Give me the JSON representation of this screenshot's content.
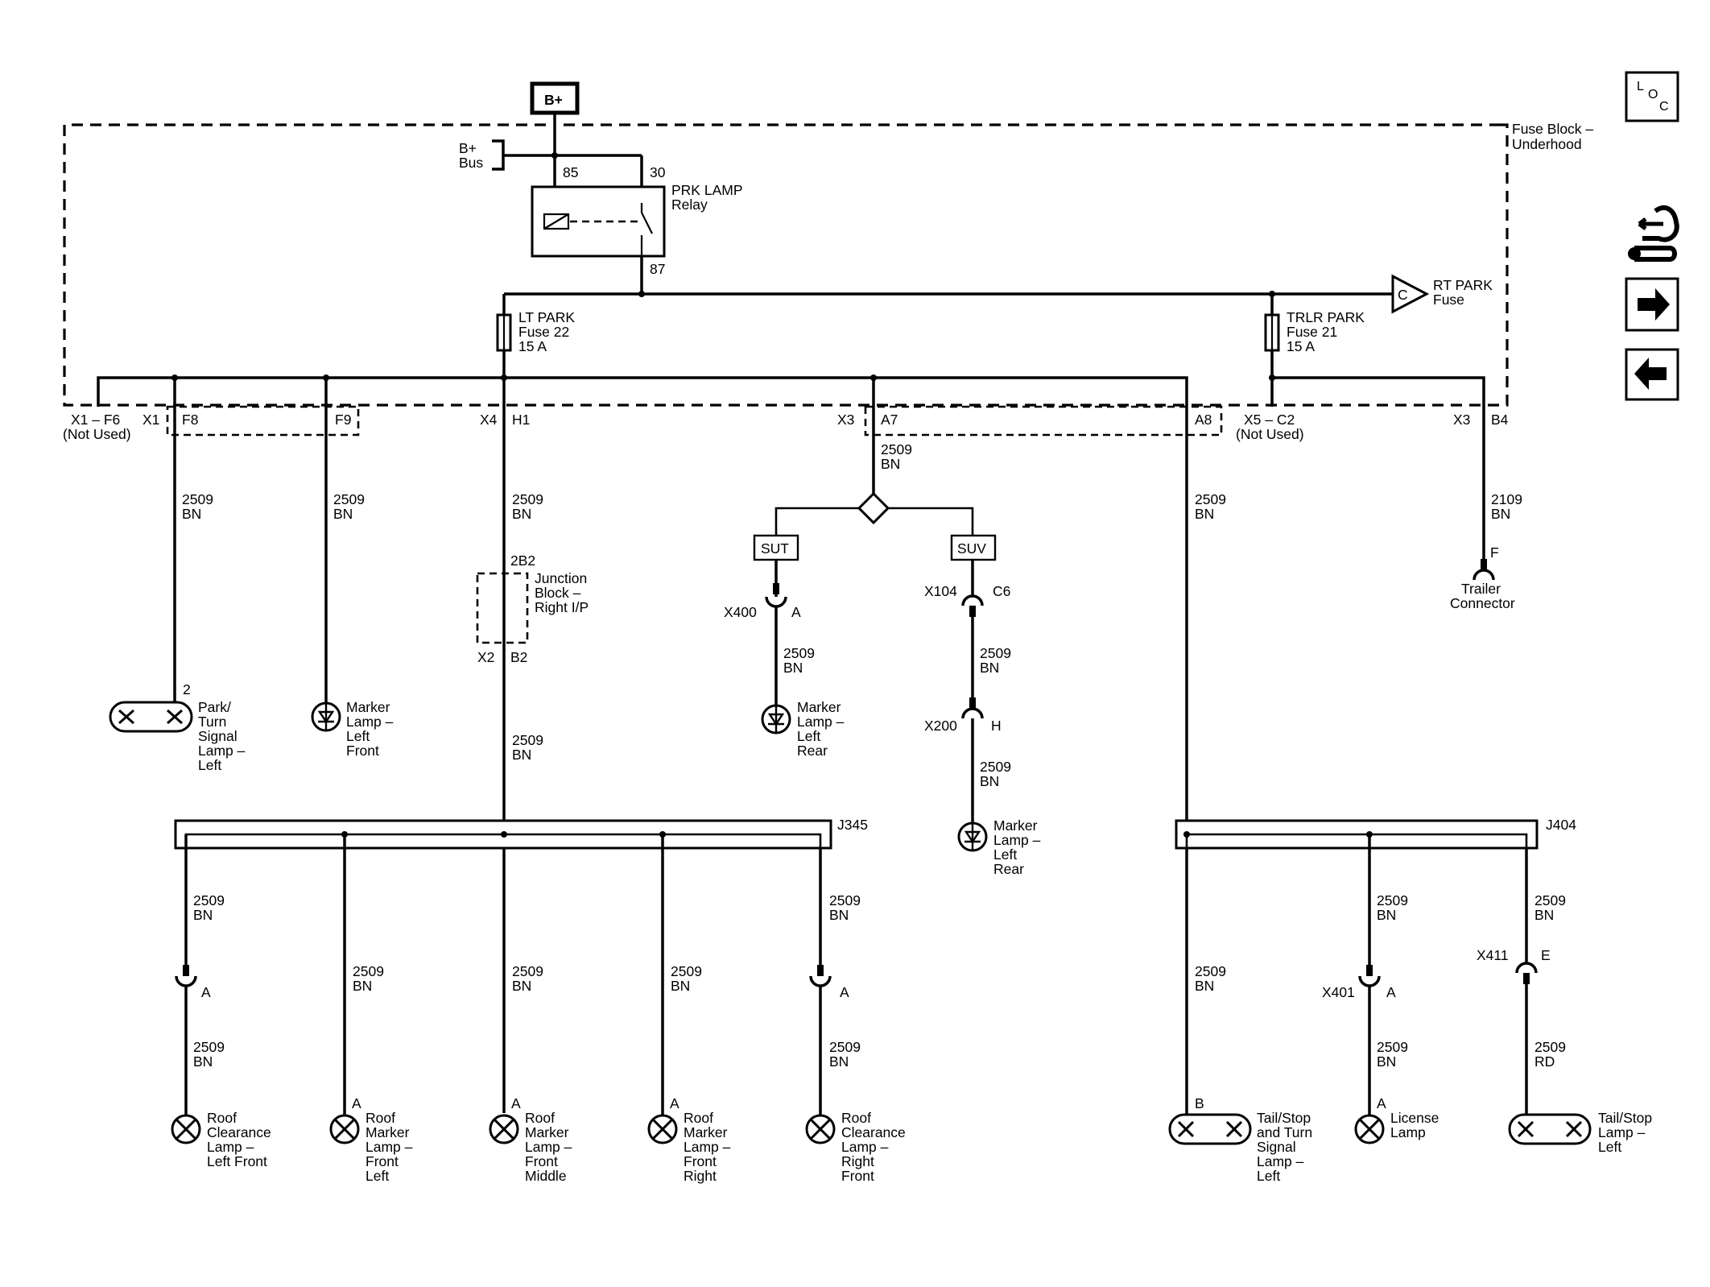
{
  "source": {
    "label": "B+",
    "bus_line1": "B+",
    "bus_line2": "Bus"
  },
  "fuse_block": {
    "line1": "Fuse Block –",
    "line2": "Underhood"
  },
  "relay": {
    "name_line1": "PRK LAMP",
    "name_line2": "Relay",
    "pin_85": "85",
    "pin_30": "30",
    "pin_87": "87"
  },
  "fuses": {
    "lt_park": {
      "line1": "LT PARK",
      "line2": "Fuse 22",
      "line3": "15 A"
    },
    "trlr_park": {
      "line1": "TRLR PARK",
      "line2": "Fuse 21",
      "line3": "15 A"
    },
    "rt_park": {
      "ref": "C",
      "line1": "RT PARK",
      "line2": "Fuse"
    }
  },
  "connectors_top": {
    "x1_f6": "X1 – F6",
    "x1_f6_note": "(Not Used)",
    "x1": "X1",
    "f8": "F8",
    "f9": "F9",
    "x4": "X4",
    "h1": "H1",
    "x3_a": "X3",
    "a7": "A7",
    "a8": "A8",
    "x5_c2": "X5 – C2",
    "x5_c2_note": "(Not Used)",
    "x3_b": "X3",
    "b4": "B4"
  },
  "wires": {
    "w2509": "2509",
    "w2109": "2109",
    "bn": "BN",
    "rd": "RD"
  },
  "options": {
    "sut": "SUT",
    "suv": "SUV"
  },
  "junction_block": {
    "pin_top": "2B2",
    "line1": "Junction",
    "line2": "Block –",
    "line3": "Right I/P",
    "x2": "X2",
    "b2": "B2"
  },
  "inline_connectors": {
    "x400": "X400",
    "x400_pin": "A",
    "x104": "X104",
    "x104_pin": "C6",
    "x200": "X200",
    "x200_pin": "H",
    "x401": "X401",
    "x401_pin": "A",
    "x411": "X411",
    "x411_pin": "E",
    "trailer_pin": "F",
    "trailer_line1": "Trailer",
    "trailer_line2": "Connector"
  },
  "splices": {
    "j345": "J345",
    "j404": "J404"
  },
  "lamps": {
    "park_turn_left": {
      "pin": "2",
      "lines": [
        "Park/",
        "Turn",
        "Signal",
        "Lamp –",
        "Left"
      ]
    },
    "marker_left_front": {
      "lines": [
        "Marker",
        "Lamp –",
        "Left",
        "Front"
      ]
    },
    "marker_left_rear_sut": {
      "lines": [
        "Marker",
        "Lamp –",
        "Left",
        "Rear"
      ]
    },
    "marker_left_rear_suv": {
      "lines": [
        "Marker",
        "Lamp –",
        "Left",
        "Rear"
      ]
    },
    "roof_clear_left_front": {
      "pin": "A",
      "lines": [
        "Roof",
        "Clearance",
        "Lamp –",
        "Left Front"
      ]
    },
    "roof_marker_front_left": {
      "pin": "A",
      "lines": [
        "Roof",
        "Marker",
        "Lamp –",
        "Front",
        "Left"
      ]
    },
    "roof_marker_front_middle": {
      "pin": "A",
      "lines": [
        "Roof",
        "Marker",
        "Lamp –",
        "Front",
        "Middle"
      ]
    },
    "roof_marker_front_right": {
      "pin": "A",
      "lines": [
        "Roof",
        "Marker",
        "Lamp –",
        "Front",
        "Right"
      ]
    },
    "roof_clear_right_front": {
      "pin": "A",
      "lines": [
        "Roof",
        "Clearance",
        "Lamp –",
        "Right",
        "Front"
      ]
    },
    "tail_stop_turn_left": {
      "pin": "B",
      "lines": [
        "Tail/Stop",
        "and Turn",
        "Signal",
        "Lamp –",
        "Left"
      ]
    },
    "license": {
      "pin": "A",
      "lines": [
        "License",
        "Lamp"
      ]
    },
    "tail_stop_left": {
      "lines": [
        "Tail/Stop",
        "Lamp –",
        "Left"
      ]
    }
  },
  "nav": {
    "loc_l": "L",
    "loc_o": "O",
    "loc_c": "C"
  }
}
